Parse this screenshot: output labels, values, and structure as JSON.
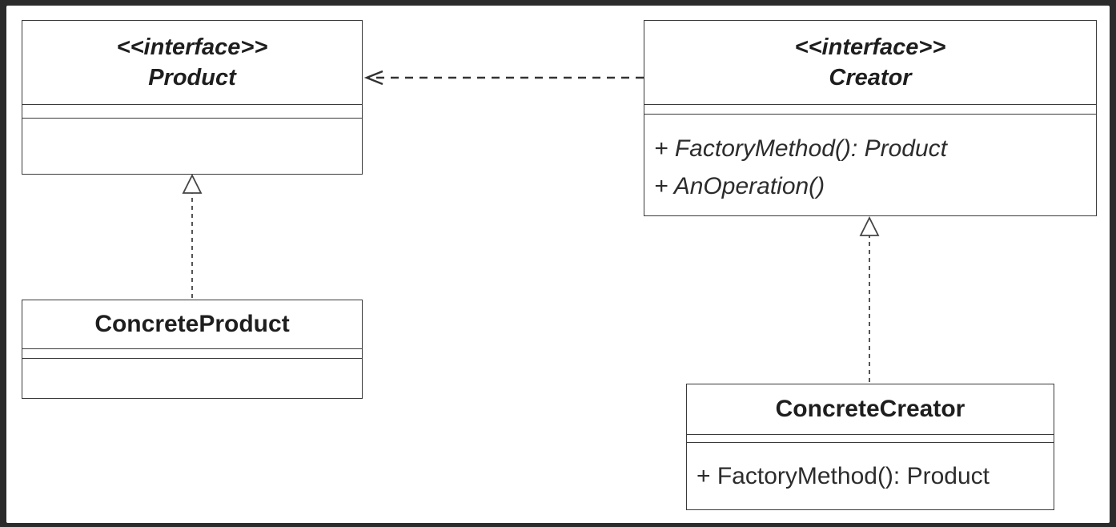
{
  "diagram": {
    "product": {
      "stereotype": "<<interface>>",
      "name": "Product"
    },
    "creator": {
      "stereotype": "<<interface>>",
      "name": "Creator",
      "operations": [
        "+ FactoryMethod(): Product",
        "+ AnOperation()"
      ]
    },
    "concrete_product": {
      "name": "ConcreteProduct"
    },
    "concrete_creator": {
      "name": "ConcreteCreator",
      "operations": [
        "+ FactoryMethod(): Product"
      ]
    },
    "relations": [
      {
        "type": "dependency",
        "from": "Creator",
        "to": "Product"
      },
      {
        "type": "realization",
        "from": "ConcreteProduct",
        "to": "Product"
      },
      {
        "type": "realization",
        "from": "ConcreteCreator",
        "to": "Creator"
      }
    ]
  }
}
